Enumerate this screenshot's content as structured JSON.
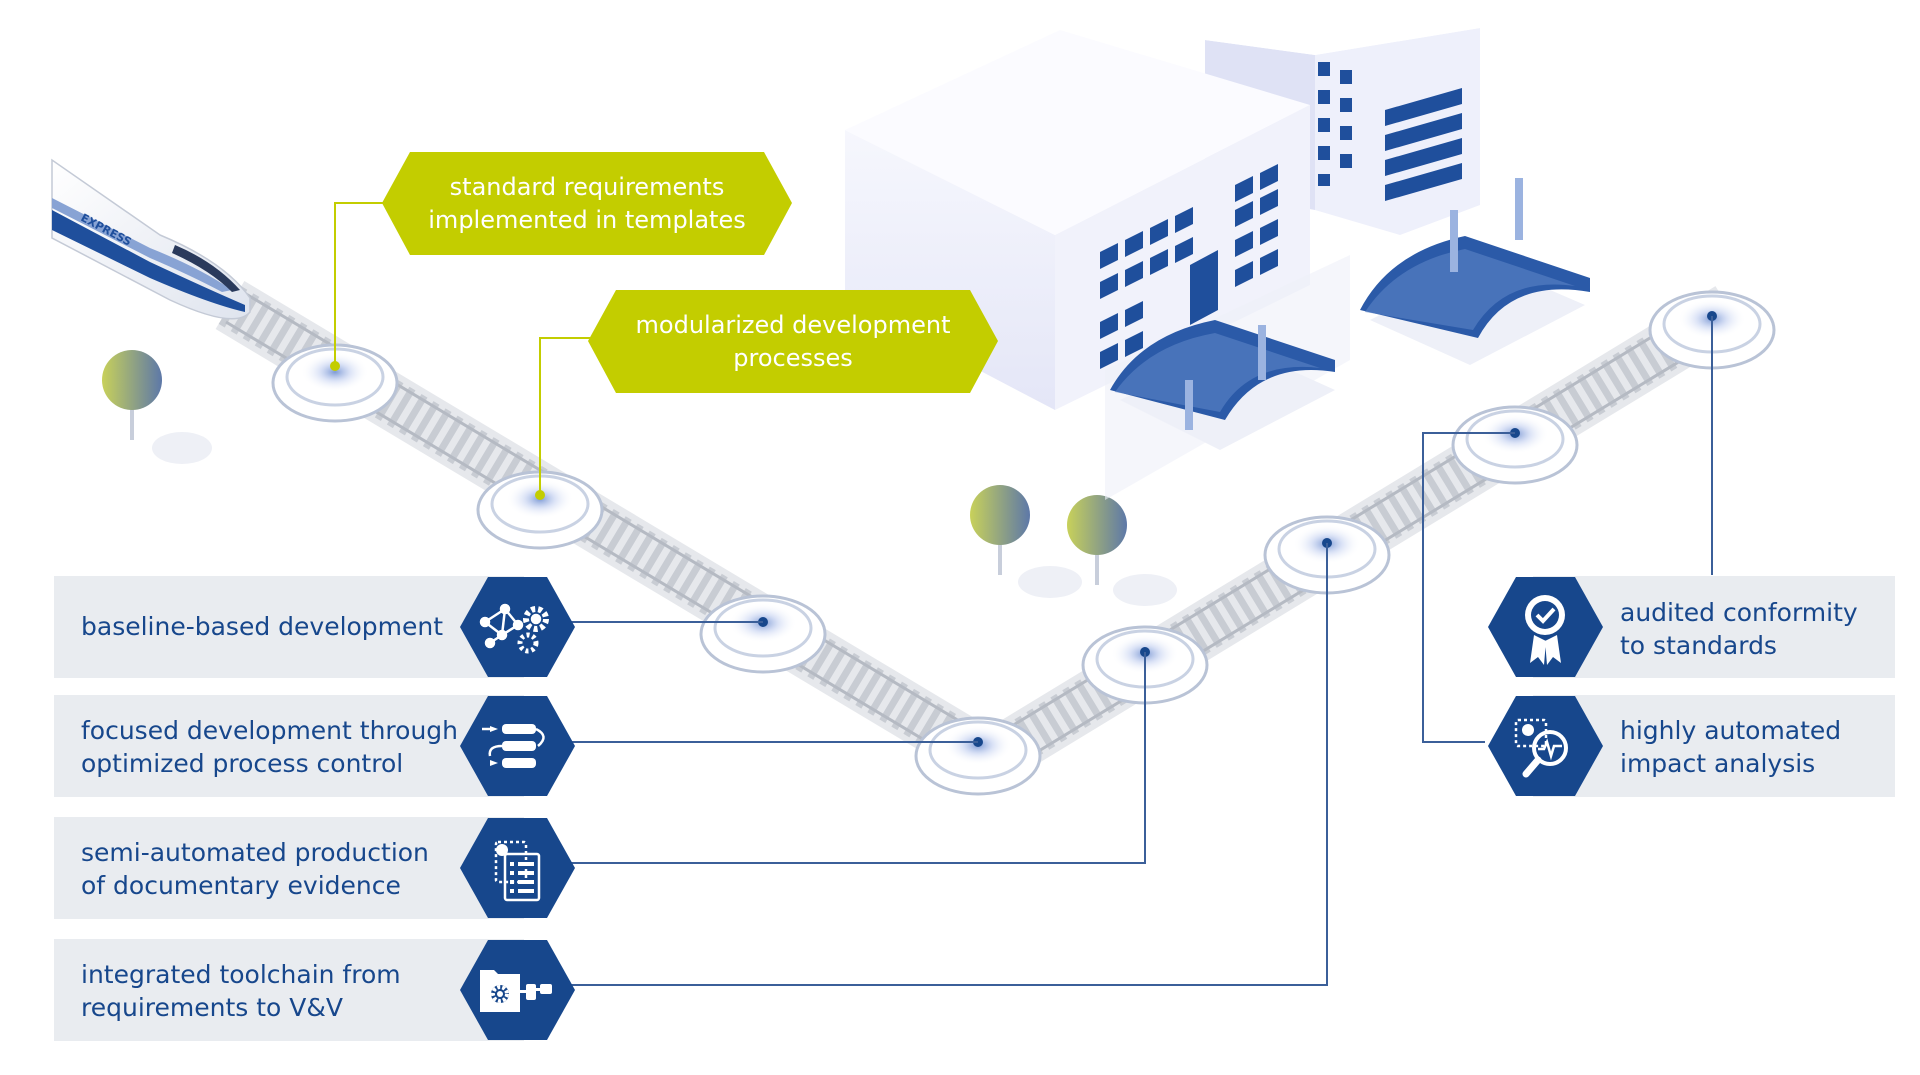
{
  "train": {
    "label": "EXPRESS"
  },
  "callouts": [
    {
      "line1": "standard requirements",
      "line2": "implemented in templates"
    },
    {
      "line1": "modularized development",
      "line2": "processes"
    }
  ],
  "benefits_left": [
    {
      "line1": "baseline-based development",
      "line2": "",
      "icon": "network-gears-icon"
    },
    {
      "line1": "focused development through",
      "line2": "optimized process control",
      "icon": "process-flow-icon"
    },
    {
      "line1": "semi-automated production",
      "line2": "of documentary evidence",
      "icon": "document-gear-icon"
    },
    {
      "line1": "integrated toolchain from",
      "line2": "requirements to V&V",
      "icon": "folder-gear-connector-icon"
    }
  ],
  "benefits_right": [
    {
      "line1": "audited conformity",
      "line2": "to standards",
      "icon": "award-badge-icon"
    },
    {
      "line1": "highly automated",
      "line2": "impact analysis",
      "icon": "magnifier-analysis-icon"
    }
  ],
  "colors": {
    "navy": "#17478c",
    "lime": "#c3cd00",
    "panel": "#e9ecf0",
    "connector": "#3b5f99"
  }
}
